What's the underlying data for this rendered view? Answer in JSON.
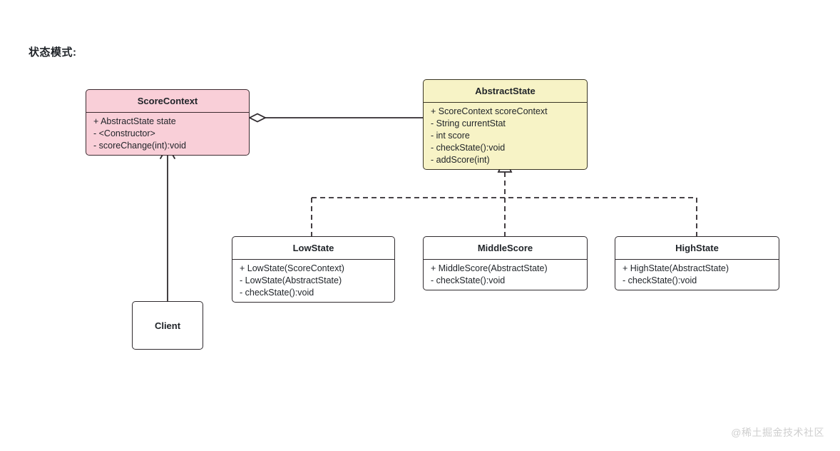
{
  "page": {
    "title": "状态模式:",
    "watermark": "@稀土掘金技术社区",
    "background": "#ffffff"
  },
  "colors": {
    "context_fill": "#f9cfd8",
    "abstract_fill": "#f7f3c6",
    "plain_fill": "#ffffff",
    "stroke": "#2f2a2e",
    "watermark": "#cfcfcf"
  },
  "diagram": {
    "type": "uml-class-diagram",
    "classes": [
      {
        "id": "score-context",
        "name": "ScoreContext",
        "fill": "#f9cfd8",
        "members": [
          "+ AbstractState state",
          "- <Constructor>",
          "- scoreChange(int):void"
        ]
      },
      {
        "id": "abstract-state",
        "name": "AbstractState",
        "fill": "#f7f3c6",
        "members": [
          "+ ScoreContext scoreContext",
          "- String currentStat",
          "- int score",
          "- checkState():void",
          "- addScore(int)"
        ]
      },
      {
        "id": "low-state",
        "name": "LowState",
        "fill": "#ffffff",
        "members": [
          "+ LowState(ScoreContext)",
          "- LowState(AbstractState)",
          "- checkState():void"
        ]
      },
      {
        "id": "middle-score",
        "name": "MiddleScore",
        "fill": "#ffffff",
        "members": [
          "+ MiddleScore(AbstractState)",
          "- checkState():void"
        ]
      },
      {
        "id": "high-state",
        "name": "HighState",
        "fill": "#ffffff",
        "members": [
          "+ HighState(AbstractState)",
          "- checkState():void"
        ]
      },
      {
        "id": "client",
        "name": "Client",
        "fill": "#ffffff",
        "members": []
      }
    ],
    "relations": [
      {
        "id": "aggregation-context-state",
        "from": "abstract-state",
        "to": "score-context",
        "kind": "aggregation",
        "line": "solid",
        "marker": "hollow-diamond"
      },
      {
        "id": "realize-low-state",
        "from": "low-state",
        "to": "abstract-state",
        "kind": "realization",
        "line": "dashed",
        "marker": "hollow-triangle"
      },
      {
        "id": "realize-middle-score",
        "from": "middle-score",
        "to": "abstract-state",
        "kind": "realization",
        "line": "dashed",
        "marker": "hollow-triangle"
      },
      {
        "id": "realize-high-state",
        "from": "high-state",
        "to": "abstract-state",
        "kind": "realization",
        "line": "dashed",
        "marker": "hollow-triangle"
      },
      {
        "id": "association-client-context",
        "from": "client",
        "to": "score-context",
        "kind": "association",
        "line": "solid",
        "marker": "open-arrow"
      }
    ]
  }
}
